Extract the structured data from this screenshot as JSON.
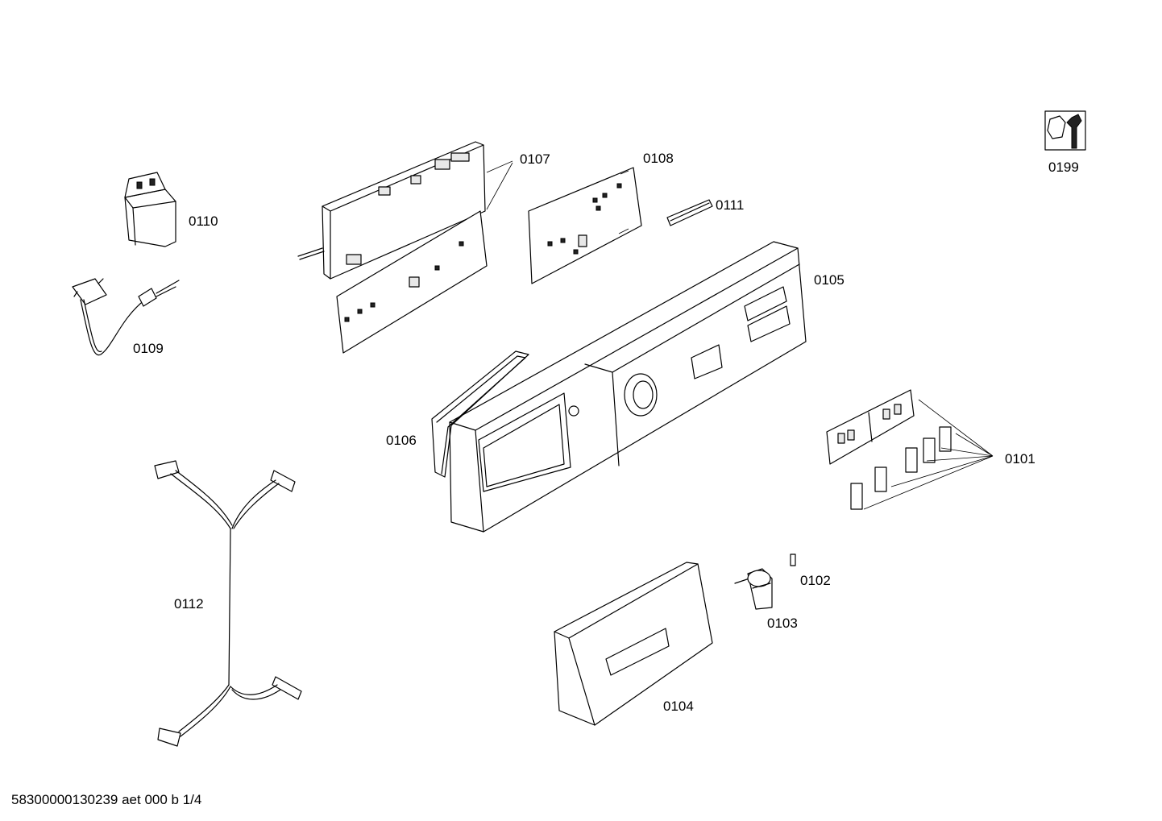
{
  "parts": [
    {
      "id": "0101"
    },
    {
      "id": "0102"
    },
    {
      "id": "0103"
    },
    {
      "id": "0104"
    },
    {
      "id": "0105"
    },
    {
      "id": "0106"
    },
    {
      "id": "0107"
    },
    {
      "id": "0108"
    },
    {
      "id": "0109"
    },
    {
      "id": "0110"
    },
    {
      "id": "0111"
    },
    {
      "id": "0112"
    },
    {
      "id": "0199"
    }
  ],
  "footer": {
    "text": "58300000130239 aet 000 b 1/4"
  },
  "icons": {
    "service": "wrench-nut-icon"
  }
}
